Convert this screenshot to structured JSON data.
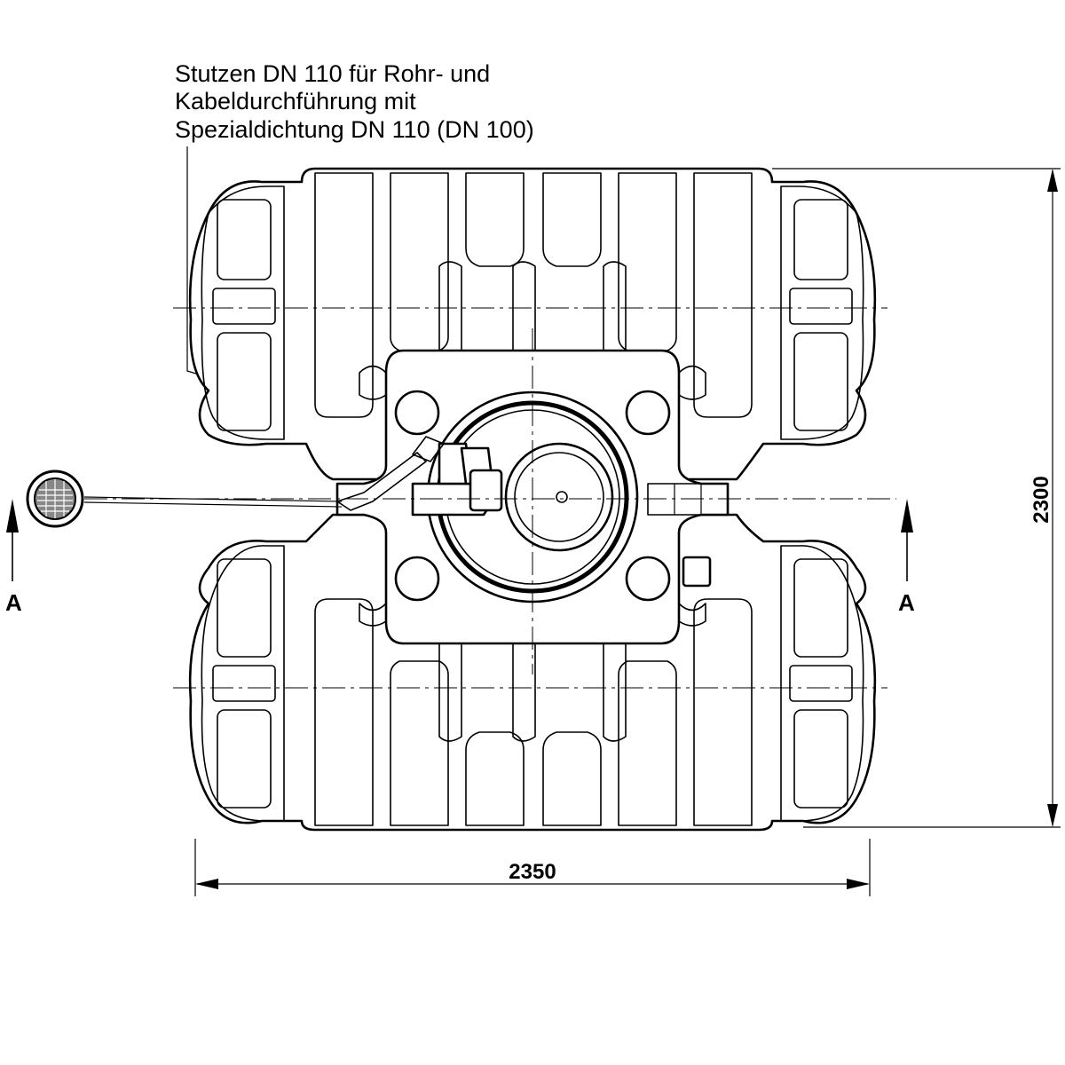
{
  "callout": {
    "lines": [
      "Stutzen DN 110 für Rohr- und",
      "Kabeldurchführung mit",
      "Spezialdichtung DN 110 (DN 100)"
    ]
  },
  "dimensions": {
    "width_label": "2350",
    "height_label": "2300"
  },
  "section": {
    "left_label": "A",
    "right_label": "A"
  }
}
